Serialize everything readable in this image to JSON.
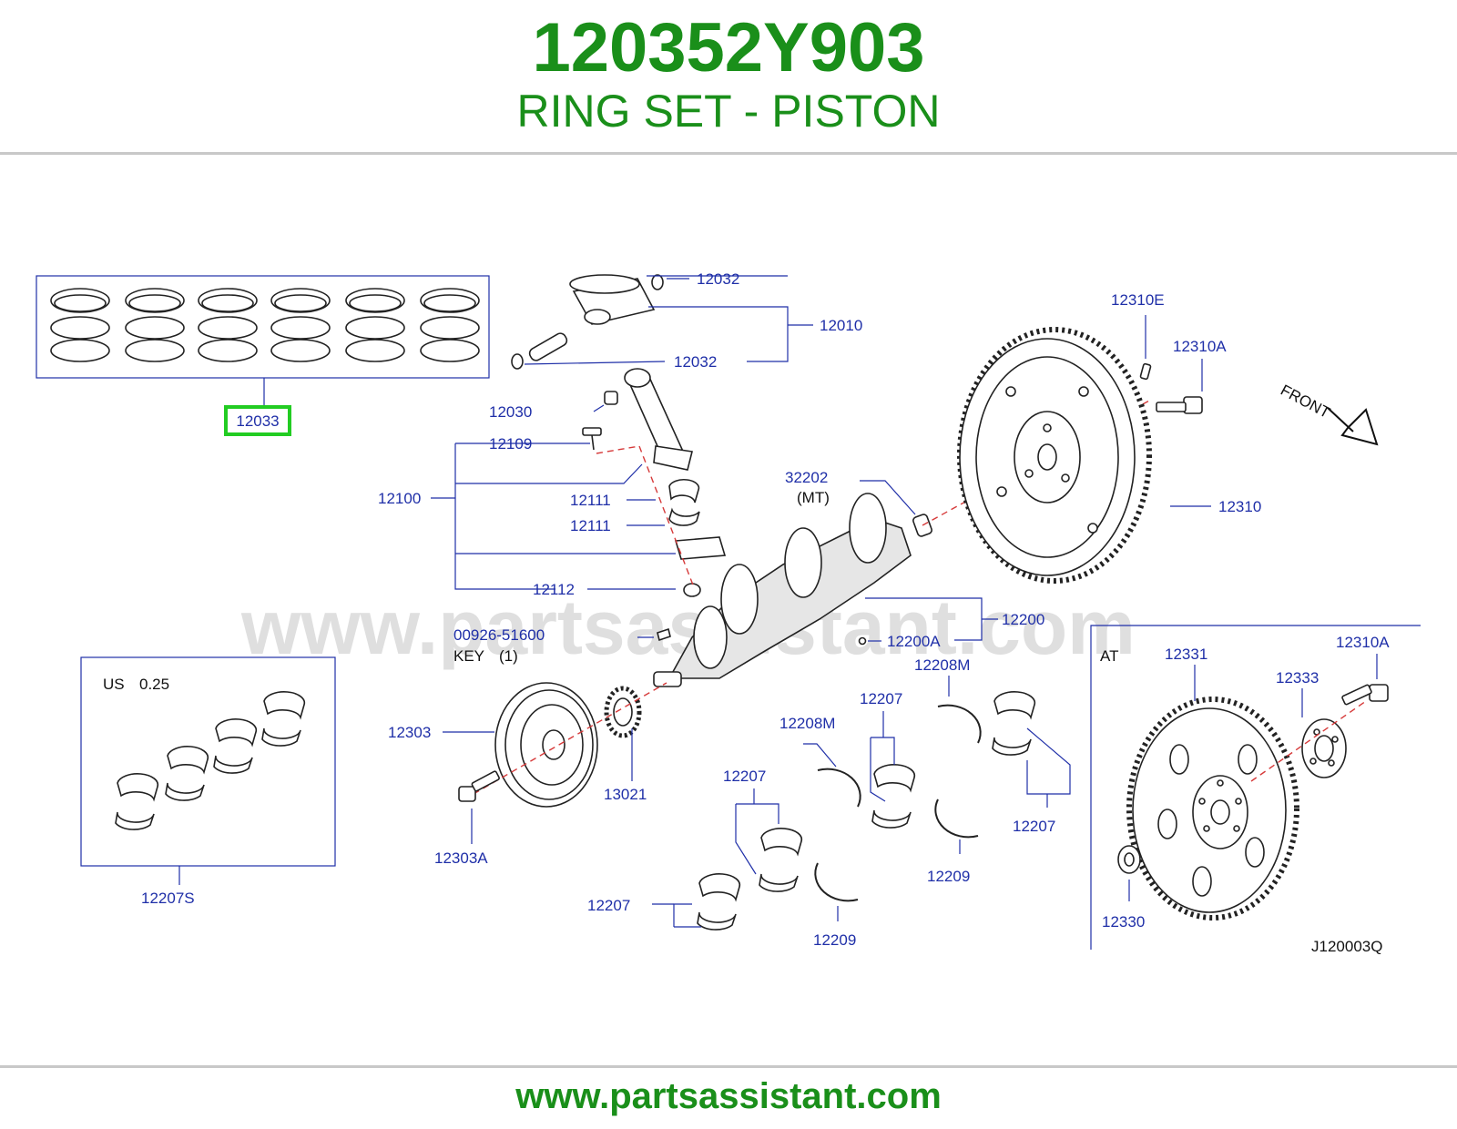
{
  "header": {
    "part_number": "120352Y903",
    "description": "RING SET - PISTON"
  },
  "footer": {
    "url": "www.partsassistant.com"
  },
  "watermark": "www.partsassistant.com",
  "highlight_color": "#22cc22",
  "title_color": "#1a8f1a",
  "callouts": {
    "c12033": "12033",
    "c12032a": "12032",
    "c12010": "12010",
    "c12032b": "12032",
    "c12030": "12030",
    "c12109": "12109",
    "c12100": "12100",
    "c12111a": "12111",
    "c12111b": "12111",
    "c12112": "12112",
    "c00926": "00926-51600",
    "key": "KEY",
    "key_qty": "(1)",
    "c32202": "32202",
    "mt": "(MT)",
    "c12200": "12200",
    "c12200A": "12200A",
    "c12310E": "12310E",
    "c12310A_top": "12310A",
    "c12310": "12310",
    "front": "FRONT",
    "us": "US",
    "us_val": "0.25",
    "c12207S": "12207S",
    "c12303": "12303",
    "c12303A": "12303A",
    "c13021": "13021",
    "c12208M_a": "12208M",
    "c12208M_b": "12208M",
    "c12207_a": "12207",
    "c12207_b": "12207",
    "c12207_c": "12207",
    "c12207_d": "12207",
    "c12209_a": "12209",
    "c12209_b": "12209",
    "at": "AT",
    "c12331": "12331",
    "c12333": "12333",
    "c12310A_at": "12310A",
    "c12330": "12330",
    "diagram_id": "J120003Q"
  }
}
